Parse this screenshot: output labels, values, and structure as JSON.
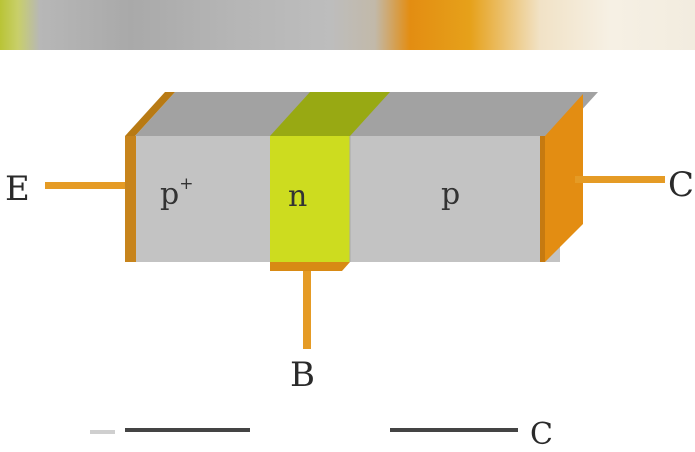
{
  "diagram": {
    "regions": [
      {
        "label": "p",
        "superscript": "+"
      },
      {
        "label": "n"
      },
      {
        "label": "p"
      }
    ],
    "terminals": {
      "emitter": "E",
      "base": "B",
      "collector": "C"
    },
    "bottom_partial_label": "C"
  },
  "colors": {
    "body_front": "#c3c3c3",
    "body_top": "#a2a2a2",
    "n_region_front": "#cddc1f",
    "n_region_top": "#98a913",
    "contact": "#e38d12",
    "lead": "#e59b25"
  }
}
